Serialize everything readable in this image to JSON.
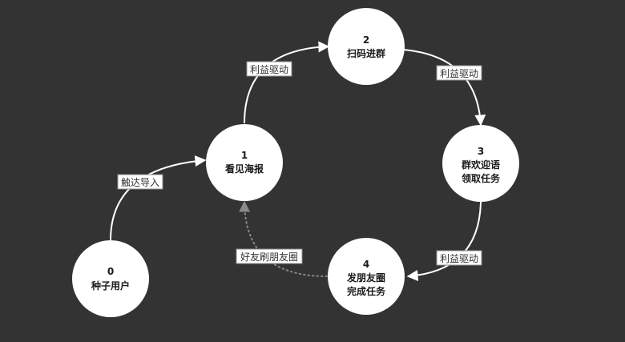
{
  "nodes": [
    {
      "id": "0",
      "number": "0",
      "lines": [
        "种子用户"
      ]
    },
    {
      "id": "1",
      "number": "1",
      "lines": [
        "看见海报"
      ]
    },
    {
      "id": "2",
      "number": "2",
      "lines": [
        "扫码进群"
      ]
    },
    {
      "id": "3",
      "number": "3",
      "lines": [
        "群欢迎语",
        "领取任务"
      ]
    },
    {
      "id": "4",
      "number": "4",
      "lines": [
        "发朋友圈",
        "完成任务"
      ]
    }
  ],
  "edges": [
    {
      "from": "0",
      "to": "1",
      "label": "触达导入",
      "style": "solid"
    },
    {
      "from": "1",
      "to": "2",
      "label": "利益驱动",
      "style": "solid"
    },
    {
      "from": "2",
      "to": "3",
      "label": "利益驱动",
      "style": "solid"
    },
    {
      "from": "3",
      "to": "4",
      "label": "利益驱动",
      "style": "solid"
    },
    {
      "from": "4",
      "to": "1",
      "label": "好友刷朋友圈",
      "style": "dotted"
    }
  ],
  "colors": {
    "background": "#333333",
    "node_fill": "#ffffff",
    "edge_solid": "#ffffff",
    "edge_dotted": "#8a8a8a",
    "label_border": "#8c8c8c"
  }
}
